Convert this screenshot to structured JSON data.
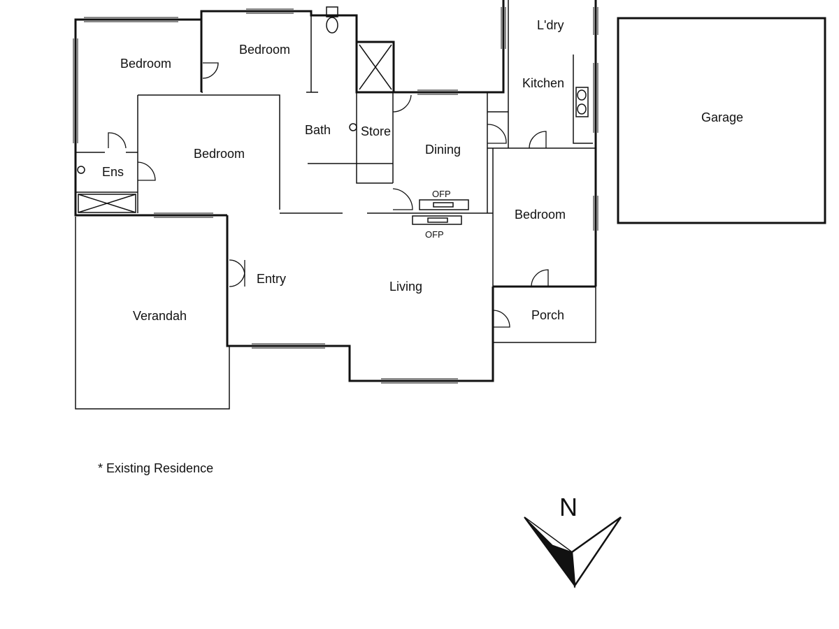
{
  "rooms": {
    "bedroom_nw": "Bedroom",
    "bedroom_n": "Bedroom",
    "bedroom_main": "Bedroom",
    "bedroom_e": "Bedroom",
    "ensuite": "Ens",
    "bath": "Bath",
    "store": "Store",
    "dining": "Dining",
    "laundry": "L'dry",
    "kitchen": "Kitchen",
    "garage": "Garage",
    "entry": "Entry",
    "living": "Living",
    "verandah": "Verandah",
    "porch": "Porch"
  },
  "fireplaces": {
    "dining": "OFP",
    "living": "OFP"
  },
  "note": "* Existing Residence",
  "north_label": "N"
}
